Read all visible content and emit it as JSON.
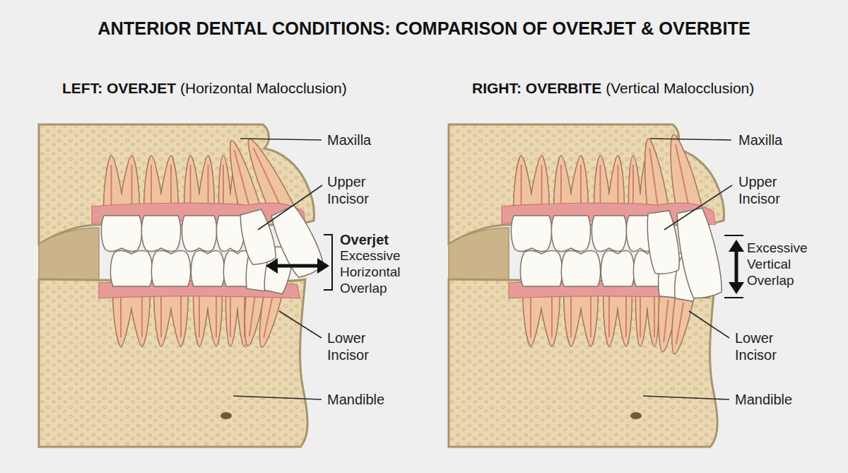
{
  "diagram": {
    "title": "ANTERIOR DENTAL CONDITIONS: COMPARISON OF OVERJET & OVERBITE",
    "labels": [
      "LEFT: OVERJET",
      "(Horizontal Malocclusion)",
      "RIGHT: OVERBITE",
      "(Vertical Malocclusion)",
      "Maxilla",
      "Upper Incisor",
      "Overjet",
      "Excessive Horizontal Overlap",
      "Lower Incisor",
      "Mandible",
      "Maxilla",
      "Upper Incisor",
      "Excessive Vertical Overlap",
      "Lower Incisor",
      "Mandible"
    ]
  }
}
